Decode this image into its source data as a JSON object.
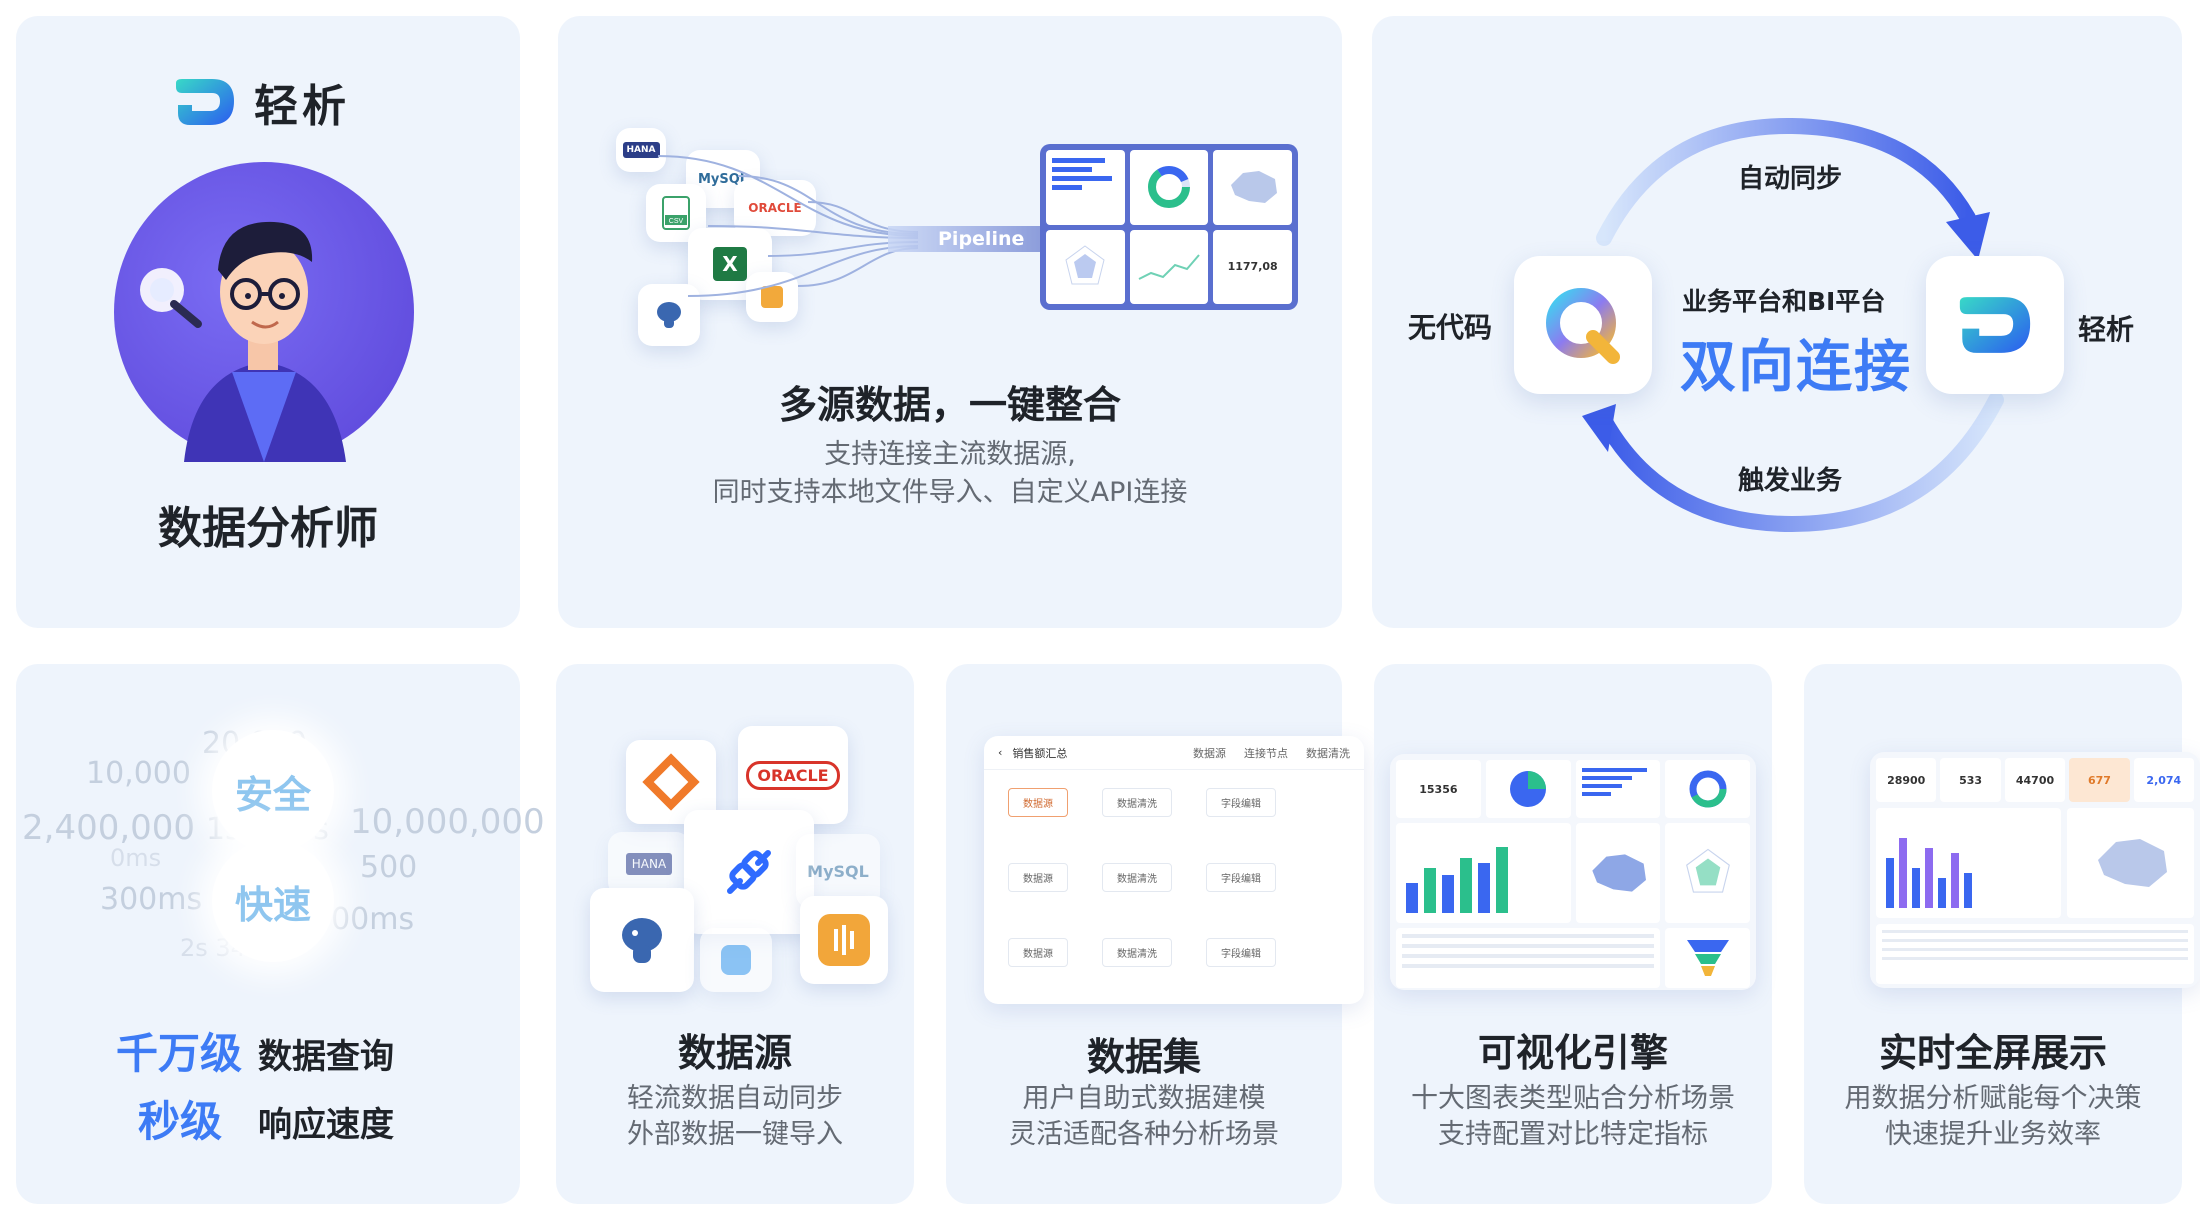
{
  "brand": {
    "name": "轻析"
  },
  "analyst": {
    "title": "数据分析师"
  },
  "multisource": {
    "pipeline_label": "Pipeline",
    "source_labels": [
      "HANA",
      "MySQL",
      "ORACLE",
      "CSV"
    ],
    "dashboard_value": "1177,08",
    "title": "多源数据，一键整合",
    "desc_line1": "支持连接主流数据源,",
    "desc_line2": "同时支持本地文件导入、自定义API连接"
  },
  "connect": {
    "top_arrow": "自动同步",
    "bottom_arrow": "触发业务",
    "left_label": "无代码",
    "right_label": "轻析",
    "center_small": "业务平台和BI平台",
    "center_big": "双向连接"
  },
  "speed": {
    "ghost_numbers": [
      "10,000",
      "20,000",
      "2,400,000",
      "1s",
      "ms",
      "10,000,000",
      "0ms",
      "500",
      "300ms",
      "500ms",
      "2s 342ms",
      "2s"
    ],
    "badge_safe": "安全",
    "badge_fast": "快速",
    "line1_highlight": "千万级",
    "line1_text": "数据查询",
    "line2_highlight": "秒级",
    "line2_text": "响应速度"
  },
  "datasource": {
    "title": "数据源",
    "desc_line1": "轻流数据自动同步",
    "desc_line2": "外部数据一键导入",
    "icon_labels": [
      "ORACLE",
      "MySQL",
      "HANA"
    ]
  },
  "dataset": {
    "title": "数据集",
    "desc_line1": "用户自助式数据建模",
    "desc_line2": "灵活适配各种分析场景",
    "header": "销售额汇总",
    "tabs": [
      "数据源",
      "连接节点",
      "数据清洗"
    ],
    "rows": [
      [
        "数据源",
        "数据清洗",
        "字段编辑"
      ],
      [
        "数据源",
        "数据清洗",
        "字段编辑"
      ],
      [
        "数据源",
        "数据清洗",
        "字段编辑"
      ]
    ]
  },
  "viz": {
    "title": "可视化引擎",
    "desc_line1": "十大图表类型贴合分析场景",
    "desc_line2": "支持配置对比特定指标",
    "kpi": "15356"
  },
  "fullscreen": {
    "title": "实时全屏展示",
    "desc_line1": "用数据分析赋能每个决策",
    "desc_line2": "快速提升业务效率",
    "kpis": [
      "28900",
      "533",
      "44700",
      "677",
      "2,074",
      "2,074"
    ]
  },
  "colors": {
    "primary": "#3a67f0",
    "accent_blue": "#2f6bff",
    "card_bg": "#eef4fc",
    "highlight_text": "#3d7bf5"
  }
}
